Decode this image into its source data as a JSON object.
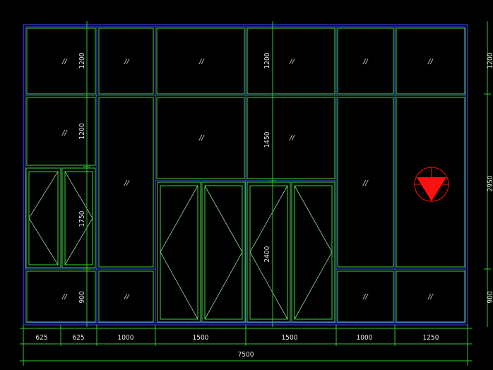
{
  "colors": {
    "background": "#000000",
    "frame_outer": "#3c50ff",
    "frame_inner": "#3fd63f",
    "dimension_line": "#2ec82e",
    "text": "#e6e6e6",
    "marker": "#ff1010"
  },
  "glass_symbol": "//",
  "bottom_dimensions": [
    "625",
    "625",
    "1000",
    "1500",
    "1500",
    "1000",
    "1250"
  ],
  "overall_width": "7500",
  "vertical_dimensions": {
    "col1_top": "1200",
    "col1_mid": "1200",
    "col1_door": "1750",
    "col1_bottom": "900",
    "center_top": "1200",
    "center_mid": "1450",
    "center_door": "2400",
    "right_top": "1200",
    "right_mid": "2950",
    "right_bottom": "900"
  },
  "marker_icon": "red-triangle-in-circle"
}
